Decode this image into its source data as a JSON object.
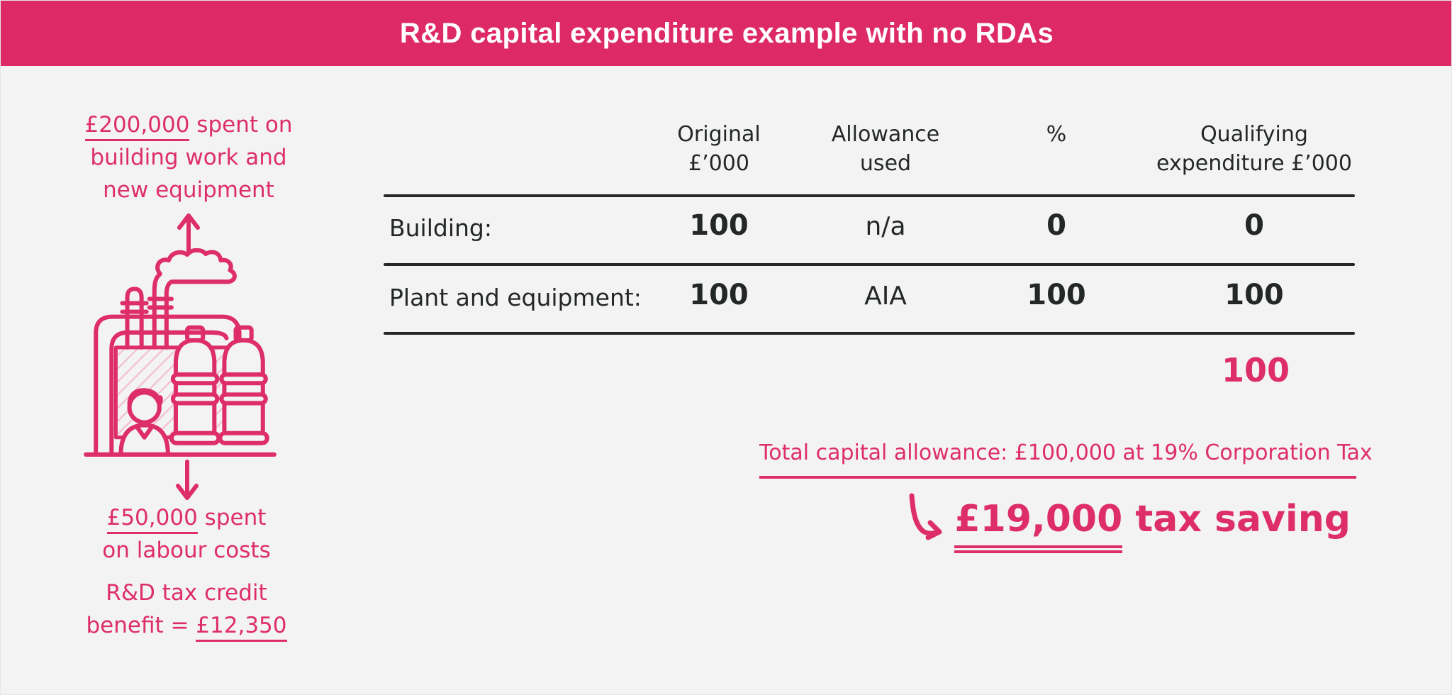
{
  "banner": {
    "title": "R&D capital expenditure example with no RDAs"
  },
  "left_panel": {
    "building_note": {
      "amount": "£200,000",
      "line1_rest": " spent on",
      "line2": "building work and",
      "line3": "new equipment"
    },
    "labour_note": {
      "amount": "£50,000",
      "line1_rest": " spent",
      "line2": "on labour costs"
    },
    "credit_note": {
      "line1": "R&D tax credit",
      "line2_prefix": "benefit = ",
      "amount": "£12,350"
    }
  },
  "table": {
    "headers": [
      {
        "line1": "Original",
        "line2": "£’000"
      },
      {
        "line1": "Allowance",
        "line2": "used"
      },
      {
        "line1": "%",
        "line2": ""
      },
      {
        "line1": "Qualifying",
        "line2": "expenditure £’000"
      }
    ],
    "rows": [
      {
        "label": "Building:",
        "original": "100",
        "allowance_used": "n/a",
        "percent": "0",
        "qualifying": "0"
      },
      {
        "label": "Plant and equipment:",
        "original": "100",
        "allowance_used": "AIA",
        "percent": "100",
        "qualifying": "100"
      }
    ],
    "total_qualifying": "100"
  },
  "summary": {
    "total_allowance": "Total capital allowance: £100,000 at 19% Corporation Tax",
    "tax_saving_amount": "£19,000",
    "tax_saving_rest": " tax saving"
  },
  "colors": {
    "banner_pink": "#dd2a67",
    "accent_pink": "#de2e68",
    "ink": "#232824",
    "background": "#f3f3f4",
    "hatch_pink": "#f2c0d2"
  }
}
